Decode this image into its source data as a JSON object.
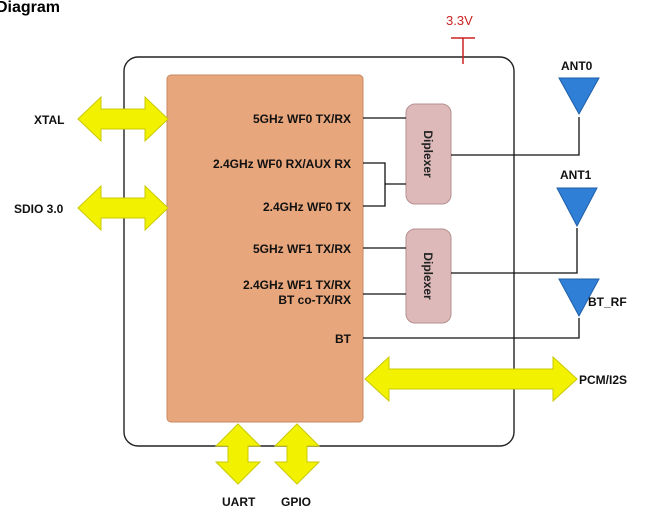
{
  "title": "Diagram",
  "power": {
    "label": "3.3V"
  },
  "colors": {
    "chip": "#E8A67C",
    "chip_border": "#C98A62",
    "diplexer": "#DDB9B9",
    "diplexer_border": "#B58F8F",
    "arrow": "#F2F200",
    "arrow_border": "#C8C800",
    "antenna": "#2F7FD6",
    "power": "#CC2222"
  },
  "ports": {
    "xtal": "XTAL",
    "sdio": "SDIO 3.0",
    "uart": "UART",
    "gpio": "GPIO",
    "pcm": "PCM/I2S"
  },
  "chip_pins": {
    "wf0_5g": "5GHz WF0 TX/RX",
    "wf0_24_rx": "2.4GHz WF0 RX/AUX RX",
    "wf0_24_tx": "2.4GHz WF0 TX",
    "wf1_5g": "5GHz WF1 TX/RX",
    "wf1_24_line1": "2.4GHz WF1 TX/RX",
    "wf1_24_line2": "BT co-TX/RX",
    "bt": "BT"
  },
  "diplexers": [
    "Diplexer",
    "Diplexer"
  ],
  "antennas": [
    "ANT0",
    "ANT1",
    "BT_RF"
  ]
}
